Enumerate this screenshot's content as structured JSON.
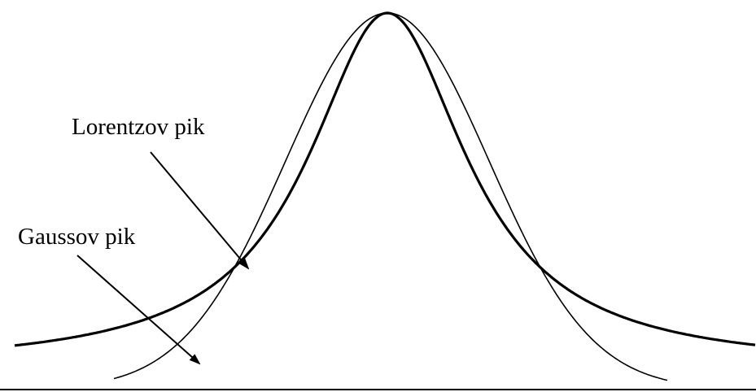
{
  "labels": {
    "lorentz": "Lorentzov pik",
    "gauss": "Gaussov pik"
  },
  "colors": {
    "background": "#ffffff",
    "ink": "#000000"
  },
  "curves": {
    "lorentz": {
      "shape": "lorentzian",
      "peak": 1.0
    },
    "gauss": {
      "shape": "gaussian",
      "peak": 1.0
    }
  }
}
